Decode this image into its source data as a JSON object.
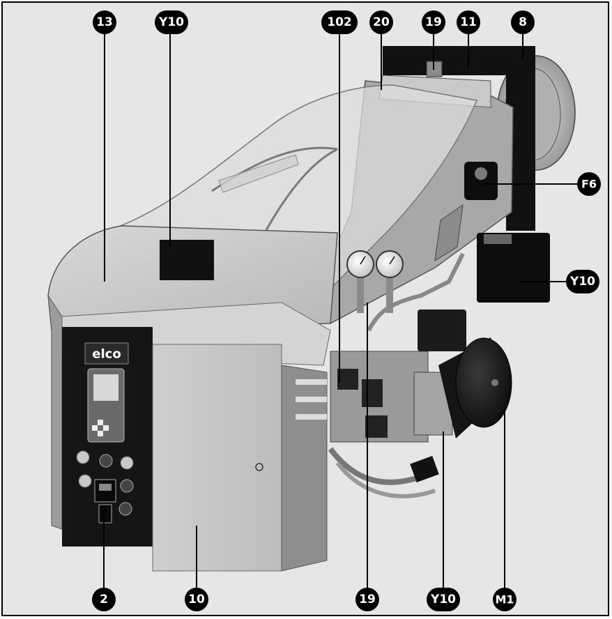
{
  "brand": "elco",
  "colors": {
    "background": "#e6e6e6",
    "callout_fill": "#000000",
    "callout_text": "#ffffff"
  },
  "callouts": [
    {
      "id": "c13",
      "text": "13"
    },
    {
      "id": "cY10a",
      "text": "Y10"
    },
    {
      "id": "c102",
      "text": "102"
    },
    {
      "id": "c20",
      "text": "20"
    },
    {
      "id": "c19a",
      "text": "19"
    },
    {
      "id": "c11",
      "text": "11"
    },
    {
      "id": "c8",
      "text": "8"
    },
    {
      "id": "cF6",
      "text": "F6"
    },
    {
      "id": "cY10b",
      "text": "Y10"
    },
    {
      "id": "c2",
      "text": "2"
    },
    {
      "id": "c10",
      "text": "10"
    },
    {
      "id": "c19b",
      "text": "19"
    },
    {
      "id": "cY10c",
      "text": "Y10"
    },
    {
      "id": "cM1",
      "text": "M1"
    }
  ]
}
